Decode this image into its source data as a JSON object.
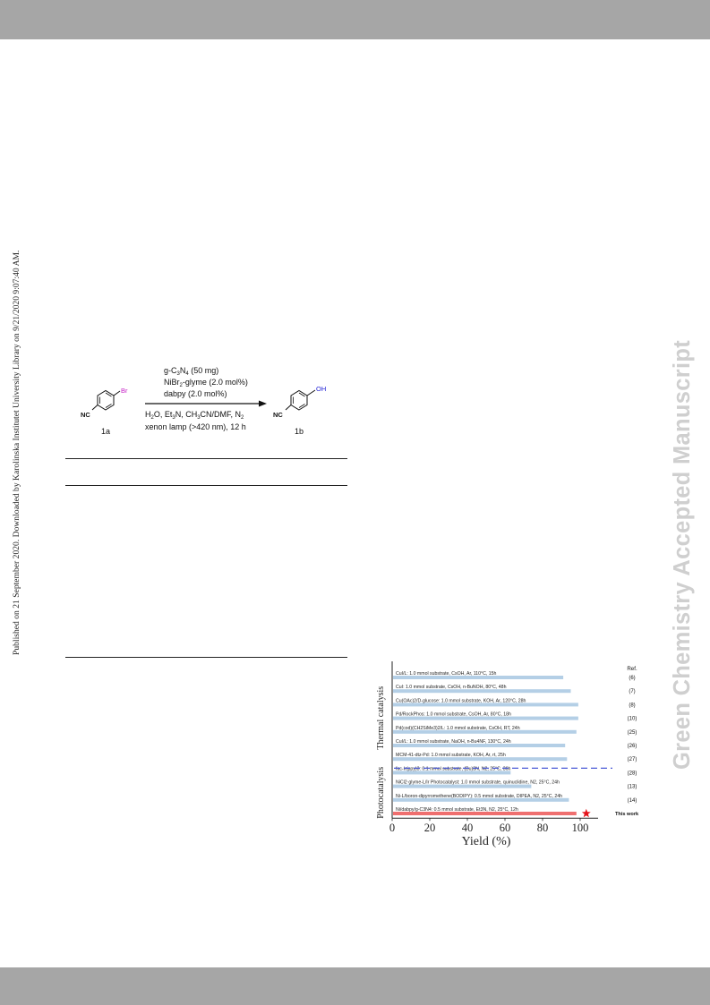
{
  "side_note": "Published on 21 September 2020. Downloaded by Karolinska Institutet University Library on 9/21/2020 9:07:40 AM.",
  "watermark": "Green Chemistry Accepted Manuscript",
  "scheme": {
    "reactant_sub": "Br",
    "reactant_group": "NC",
    "reactant_label": "1a",
    "product_sub": "OH",
    "product_group": "NC",
    "product_label": "1b",
    "above_line1": "g-C3N4 (50 mg)",
    "above_line2": "NiBr2-glyme (2.0 mol%)",
    "above_line3": "dabpy (2.0 mol%)",
    "below_line1": "H2O, Et3N, CH3CN/DMF, N2",
    "below_line2": "xenon lamp (>420 nm), 12 h"
  },
  "chart_data": {
    "type": "bar",
    "orientation": "horizontal",
    "xlabel": "Yield (%)",
    "xlim": [
      0,
      110
    ],
    "xticks": [
      0,
      20,
      40,
      60,
      80,
      100
    ],
    "ref_header": "Ref.",
    "groups": [
      {
        "label": "Thermal catalysis",
        "rows": [
          0,
          1,
          2,
          3,
          4,
          5,
          6
        ]
      },
      {
        "label": "Photocatalysis",
        "rows": [
          7,
          8,
          9,
          10
        ]
      }
    ],
    "categories": [
      "CuI/L: 1.0 mmol substrate, CsOH, Ar, 110°C, 15h",
      "CuI: 1.0 mmol substrate, CsOH, n-BuNOH, 80°C, 48h",
      "Cu(OAc)2/D-glucose: 1.0 mmol substrate, KOH, Ar, 120°C, 28h",
      "Pd/RockPhos: 1.0 mmol substrate, CsOH, Ar, 80°C, 18h",
      "Pd(cod)(CH2SiMe3)2/L: 1.0 mmol substrate, CsOH, RT, 24h",
      "CuI/L: 1.0 mmol substrate, NaOH, n-Bu4NF, 130°C, 24h",
      "MCM-41-dtz-Pd: 1.0 mmol substrate, KOH, Ar, rt, 25h",
      "fac-Ir(ppy)3: 0.1 mmol substrate, (Bu)3N, N2, 25°C, 36h",
      "NiCl2·glyme-L/Ir Photocatalyst: 1.0 mmol substrate, quinuclidine, N2, 25°C, 24h",
      "Ni-L/boron-dipyrromethene(BODIPY): 0.5 mmol substrate, DIPEA, N2, 25°C, 24h",
      "Ni/dabpy/g-C3N4: 0.5 mmol substrate, Et3N, N2, 25°C, 12h"
    ],
    "values": [
      91,
      95,
      99,
      99,
      98,
      92,
      93,
      63,
      74,
      94,
      98
    ],
    "refs": [
      "(6)",
      "(7)",
      "(8)",
      "(10)",
      "(25)",
      "(26)",
      "(27)",
      "(28)",
      "(13)",
      "(14)",
      "This work"
    ],
    "highlight_index": 10,
    "colors": {
      "bar": "#b4cfe6",
      "highlight": "#ef6f6f",
      "star": "#e4141b",
      "divider": "#4a5ad6"
    }
  }
}
